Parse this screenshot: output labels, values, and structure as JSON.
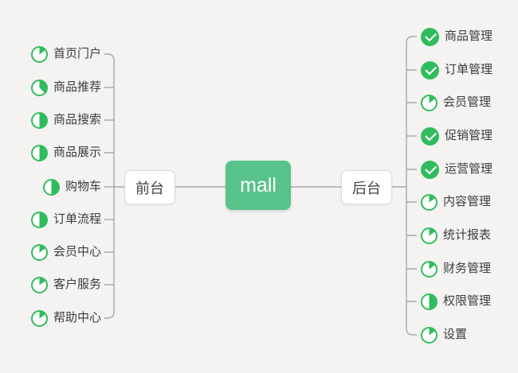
{
  "colors": {
    "green": "#30bc5e",
    "node_green": "#58c38a",
    "line": "#9c9c9c",
    "text": "#3c3c3c",
    "bg": "#f4f3f1",
    "border": "#dbdbd7"
  },
  "root": {
    "label": "mall"
  },
  "branches": {
    "left": {
      "label": "前台",
      "items": [
        {
          "label": "首页门户",
          "icon": "pie-15"
        },
        {
          "label": "商品推荐",
          "icon": "pie-37"
        },
        {
          "label": "商品搜索",
          "icon": "pie-50"
        },
        {
          "label": "商品展示",
          "icon": "pie-50"
        },
        {
          "label": "购物车",
          "icon": "pie-50"
        },
        {
          "label": "订单流程",
          "icon": "pie-50"
        },
        {
          "label": "会员中心",
          "icon": "pie-15"
        },
        {
          "label": "客户服务",
          "icon": "pie-15"
        },
        {
          "label": "帮助中心",
          "icon": "pie-15"
        }
      ]
    },
    "right": {
      "label": "后台",
      "items": [
        {
          "label": "商品管理",
          "icon": "check"
        },
        {
          "label": "订单管理",
          "icon": "check"
        },
        {
          "label": "会员管理",
          "icon": "pie-15"
        },
        {
          "label": "促销管理",
          "icon": "check"
        },
        {
          "label": "运营管理",
          "icon": "check"
        },
        {
          "label": "内容管理",
          "icon": "pie-15"
        },
        {
          "label": "统计报表",
          "icon": "pie-15"
        },
        {
          "label": "财务管理",
          "icon": "pie-15"
        },
        {
          "label": "权限管理",
          "icon": "pie-50"
        },
        {
          "label": "设置",
          "icon": "pie-15"
        }
      ]
    }
  }
}
